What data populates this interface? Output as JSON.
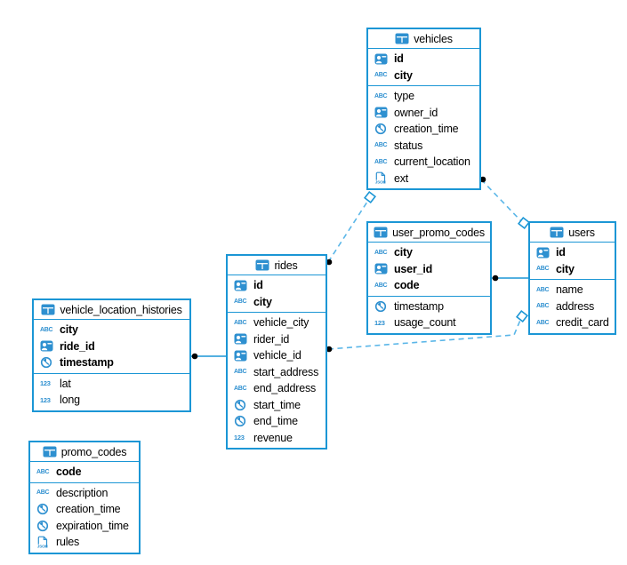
{
  "app": {
    "view": "database-er-diagram"
  },
  "colors": {
    "table_border": "#1b96d5",
    "icon_blue": "#2e90d0",
    "dashed_line": "#5ab6e8",
    "solid_line": "#1b96d5",
    "connector_dot": "#000000",
    "text": "#000000",
    "background": "#ffffff"
  },
  "tables": [
    {
      "name": "vehicles",
      "primary_keys": [
        {
          "name": "id",
          "type": "uuid"
        },
        {
          "name": "city",
          "type": "string"
        }
      ],
      "columns": [
        {
          "name": "type",
          "type": "string"
        },
        {
          "name": "owner_id",
          "type": "uuid"
        },
        {
          "name": "creation_time",
          "type": "timestamp"
        },
        {
          "name": "status",
          "type": "string"
        },
        {
          "name": "current_location",
          "type": "string"
        },
        {
          "name": "ext",
          "type": "json"
        }
      ]
    },
    {
      "name": "user_promo_codes",
      "primary_keys": [
        {
          "name": "city",
          "type": "string"
        },
        {
          "name": "user_id",
          "type": "uuid"
        },
        {
          "name": "code",
          "type": "string"
        }
      ],
      "columns": [
        {
          "name": "timestamp",
          "type": "timestamp"
        },
        {
          "name": "usage_count",
          "type": "number"
        }
      ]
    },
    {
      "name": "users",
      "primary_keys": [
        {
          "name": "id",
          "type": "uuid"
        },
        {
          "name": "city",
          "type": "string"
        }
      ],
      "columns": [
        {
          "name": "name",
          "type": "string"
        },
        {
          "name": "address",
          "type": "string"
        },
        {
          "name": "credit_card",
          "type": "string"
        }
      ]
    },
    {
      "name": "rides",
      "primary_keys": [
        {
          "name": "id",
          "type": "uuid"
        },
        {
          "name": "city",
          "type": "string"
        }
      ],
      "columns": [
        {
          "name": "vehicle_city",
          "type": "string"
        },
        {
          "name": "rider_id",
          "type": "uuid"
        },
        {
          "name": "vehicle_id",
          "type": "uuid"
        },
        {
          "name": "start_address",
          "type": "string"
        },
        {
          "name": "end_address",
          "type": "string"
        },
        {
          "name": "start_time",
          "type": "timestamp"
        },
        {
          "name": "end_time",
          "type": "timestamp"
        },
        {
          "name": "revenue",
          "type": "number"
        }
      ]
    },
    {
      "name": "vehicle_location_histories",
      "primary_keys": [
        {
          "name": "city",
          "type": "string"
        },
        {
          "name": "ride_id",
          "type": "uuid"
        },
        {
          "name": "timestamp",
          "type": "timestamp"
        }
      ],
      "columns": [
        {
          "name": "lat",
          "type": "number"
        },
        {
          "name": "long",
          "type": "number"
        }
      ]
    },
    {
      "name": "promo_codes",
      "primary_keys": [
        {
          "name": "code",
          "type": "string"
        }
      ],
      "columns": [
        {
          "name": "description",
          "type": "string"
        },
        {
          "name": "creation_time",
          "type": "timestamp"
        },
        {
          "name": "expiration_time",
          "type": "timestamp"
        },
        {
          "name": "rules",
          "type": "json"
        }
      ]
    }
  ],
  "relationships": [
    {
      "from": "vehicle_location_histories",
      "to": "rides",
      "style": "solid"
    },
    {
      "from": "user_promo_codes",
      "to": "users",
      "style": "solid"
    },
    {
      "from": "rides",
      "to": "vehicles",
      "style": "dashed"
    },
    {
      "from": "vehicles",
      "to": "users",
      "style": "dashed"
    },
    {
      "from": "rides",
      "to": "users",
      "style": "dashed"
    }
  ],
  "type_icon_labels": {
    "string": "ABC",
    "number": "123",
    "json": "JSON"
  }
}
